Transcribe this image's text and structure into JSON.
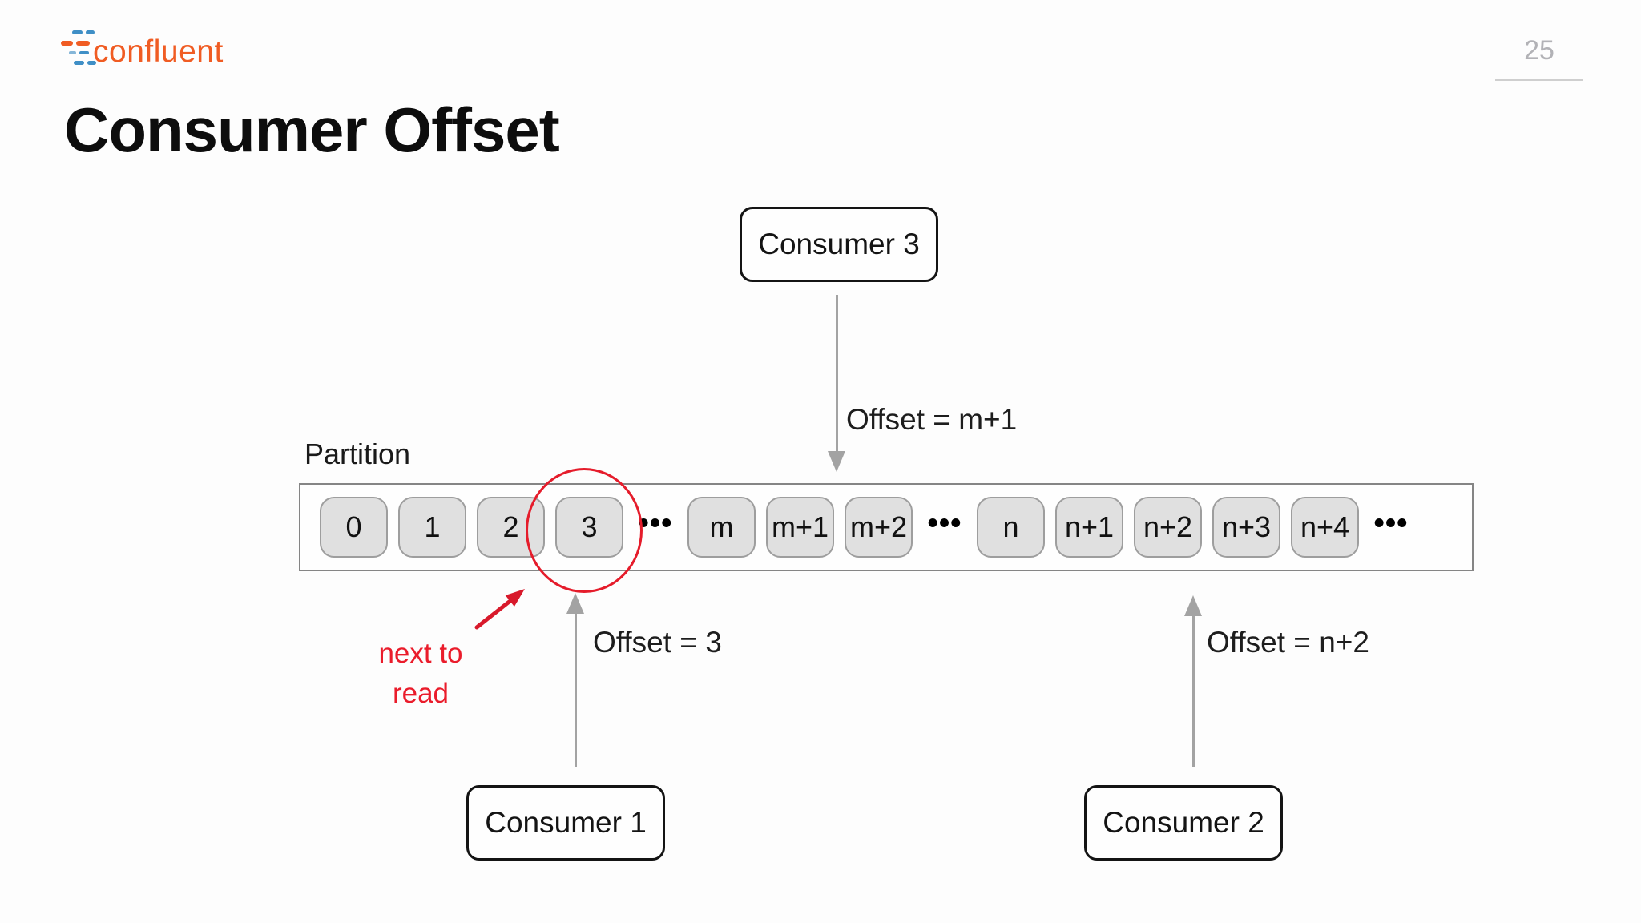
{
  "slide": {
    "brand_logo_text": "confluent",
    "page_number": "25",
    "title": "Consumer Offset"
  },
  "partition": {
    "label": "Partition",
    "cells": [
      {
        "label": "0",
        "type": "cell"
      },
      {
        "label": "1",
        "type": "cell"
      },
      {
        "label": "2",
        "type": "cell"
      },
      {
        "label": "3",
        "type": "cell"
      },
      {
        "label": "•••",
        "type": "ellipsis"
      },
      {
        "label": "m",
        "type": "cell"
      },
      {
        "label": "m+1",
        "type": "cell"
      },
      {
        "label": "m+2",
        "type": "cell"
      },
      {
        "label": "•••",
        "type": "ellipsis"
      },
      {
        "label": "n",
        "type": "cell"
      },
      {
        "label": "n+1",
        "type": "cell"
      },
      {
        "label": "n+2",
        "type": "cell"
      },
      {
        "label": "n+3",
        "type": "cell"
      },
      {
        "label": "n+4",
        "type": "cell"
      },
      {
        "label": "•••",
        "type": "ellipsis"
      }
    ]
  },
  "consumers": {
    "consumer3": {
      "name": "Consumer 3",
      "offset": "Offset = m+1"
    },
    "consumer1": {
      "name": "Consumer 1",
      "offset": "Offset = 3"
    },
    "consumer2": {
      "name": "Consumer 2",
      "offset": "Offset = n+2"
    }
  },
  "annotation": {
    "line1": "next to",
    "line2": "read"
  },
  "colors": {
    "accent_red": "#e51c2b",
    "brand_orange": "#f05c23",
    "brand_blue": "#3f8fc6",
    "arrow_gray": "#a3a3a3",
    "cell_fill": "#e0e0e0"
  }
}
